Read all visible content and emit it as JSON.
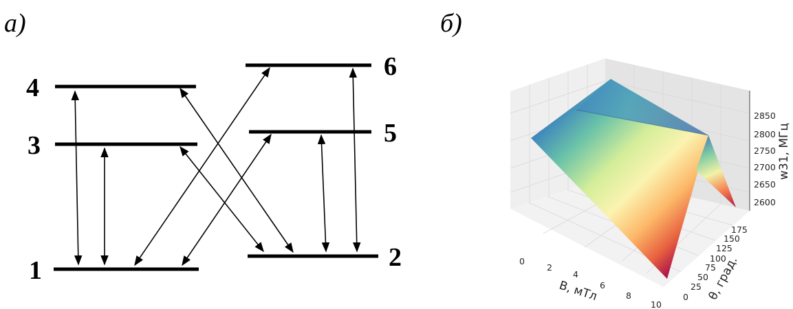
{
  "panels": {
    "left_label": "а)",
    "right_label": "б)"
  },
  "energy_diagram": {
    "level_labels": [
      "1",
      "2",
      "3",
      "4",
      "5",
      "6"
    ]
  },
  "chart_data": {
    "type": "surface3d",
    "xlabel": "B, мТл",
    "ylabel": "θ, град.",
    "zlabel": "w31, МГц",
    "x_ticks": [
      "0",
      "2",
      "4",
      "6",
      "8",
      "10"
    ],
    "y_ticks": [
      "0",
      "25",
      "50",
      "75",
      "100",
      "125",
      "150",
      "175"
    ],
    "z_ticks": [
      "2600",
      "2650",
      "2700",
      "2750",
      "2800",
      "2850"
    ],
    "xlim": [
      0,
      10
    ],
    "ylim": [
      0,
      180
    ],
    "zlim": [
      2590,
      2880
    ],
    "colormap": "Spectral",
    "grid": true,
    "corner_values": [
      {
        "B": 0,
        "theta": 0,
        "w31": 2790
      },
      {
        "B": 0,
        "theta": 180,
        "w31": 2790
      },
      {
        "B": 10,
        "theta": 90,
        "w31": 2790
      },
      {
        "B": 10,
        "theta": 0,
        "w31": 2580
      },
      {
        "B": 10,
        "theta": 180,
        "w31": 2580
      }
    ]
  }
}
